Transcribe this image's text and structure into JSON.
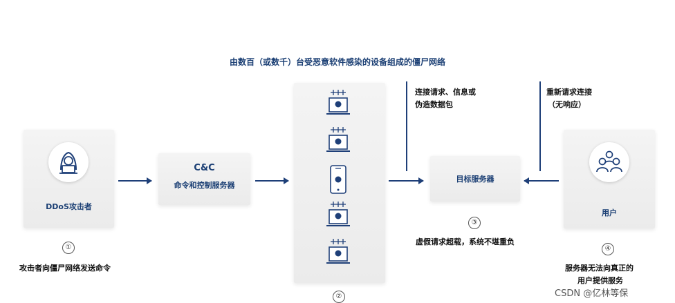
{
  "title": "由数百（或数千）台受恶意软件感染的设备组成的僵尸网络",
  "attacker": {
    "label": "DDoS攻击者",
    "step": "①",
    "caption": "攻击者向僵尸网络发送命令"
  },
  "cnc": {
    "line1": "C&C",
    "line2": "命令和控制服务器"
  },
  "botnet": {
    "step": "②"
  },
  "target": {
    "label": "目标服务器",
    "step": "③",
    "caption": "虚假请求超载，系统不堪重负"
  },
  "requests": {
    "line1": "连接请求、信息或",
    "line2": "伪造数据包"
  },
  "retry": {
    "line1": "重新请求连接",
    "line2": "（无响应）"
  },
  "user": {
    "label": "用户",
    "step": "④",
    "caption1": "服务器无法向真正的",
    "caption2": "用户提供服务"
  },
  "watermark": "CSDN @亿林等保",
  "colors": {
    "accent": "#1e3f78"
  },
  "icons": [
    "hooded-hacker-icon",
    "infected-laptop-icon",
    "infected-phone-icon",
    "users-group-icon"
  ]
}
